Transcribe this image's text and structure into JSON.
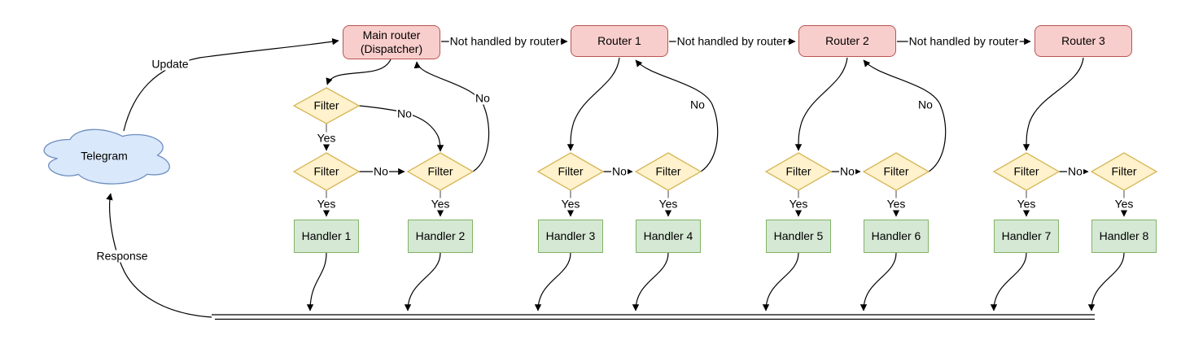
{
  "diagram": {
    "cloud": {
      "label": "Telegram"
    },
    "edge_labels": {
      "update": "Update",
      "response": "Response",
      "not_handled_by_router": "Not handled by router",
      "yes": "Yes",
      "no": "No"
    },
    "filter_label": "Filter",
    "routers": {
      "main": {
        "line1": "Main router",
        "line2": "(Dispatcher)"
      },
      "router1": {
        "label": "Router 1"
      },
      "router2": {
        "label": "Router 2"
      },
      "router3": {
        "label": "Router 3"
      }
    },
    "handlers": [
      {
        "label": "Handler 1"
      },
      {
        "label": "Handler 2"
      },
      {
        "label": "Handler 3"
      },
      {
        "label": "Handler 4"
      },
      {
        "label": "Handler 5"
      },
      {
        "label": "Handler 6"
      },
      {
        "label": "Handler 7"
      },
      {
        "label": "Handler 8"
      }
    ],
    "colors": {
      "router_fill": "#f8cecc",
      "router_border": "#b85450",
      "filter_fill": "#fff2cc",
      "filter_border": "#d6b656",
      "handler_fill": "#d5e8d4",
      "handler_border": "#82b366",
      "cloud_fill": "#dae8fc",
      "cloud_border": "#6c8ebf",
      "edge": "#000000",
      "yes_stub": "#666666"
    }
  }
}
